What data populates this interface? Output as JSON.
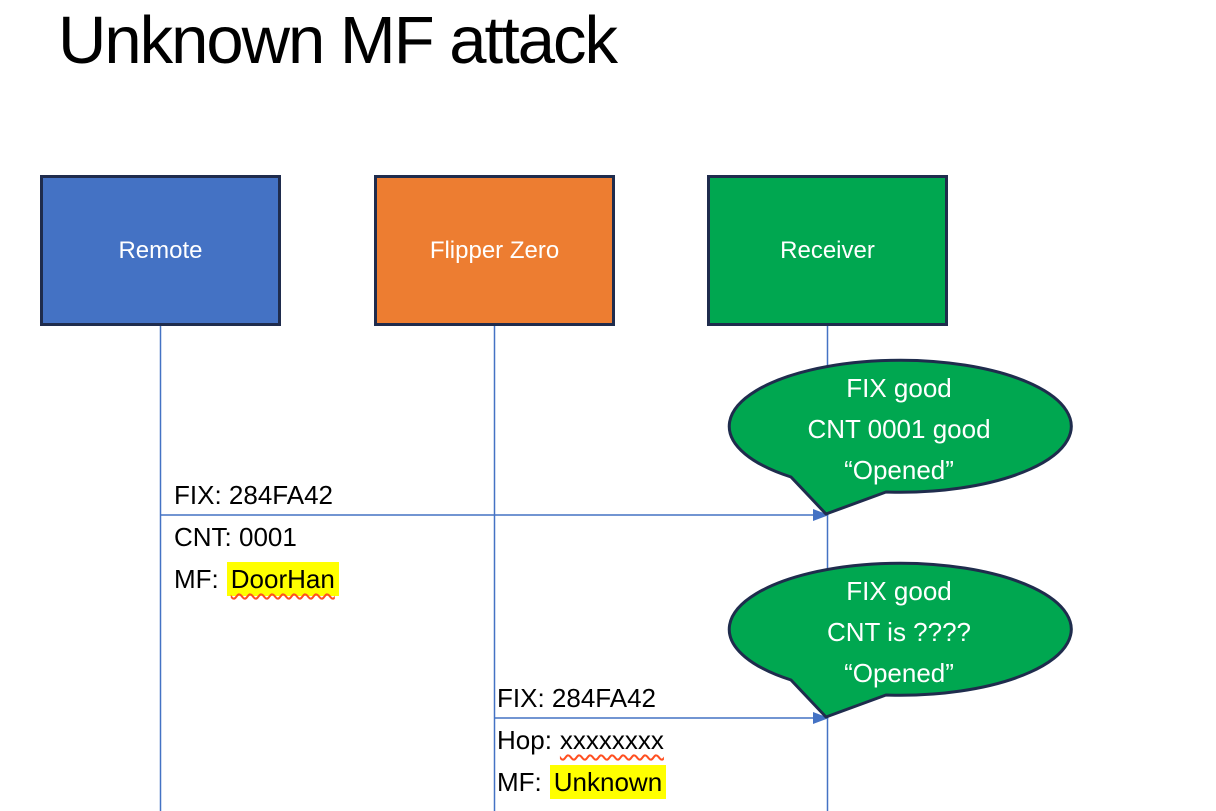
{
  "title": "Unknown MF attack",
  "actors": [
    {
      "id": "remote",
      "label": "Remote"
    },
    {
      "id": "flipper",
      "label": "Flipper Zero"
    },
    {
      "id": "receiver",
      "label": "Receiver"
    }
  ],
  "messages": [
    {
      "from": "Remote",
      "to": "Receiver",
      "lines": [
        {
          "text": "FIX: 284FA42"
        },
        {
          "text": "CNT: 0001"
        },
        {
          "label": "MF:",
          "value": "DoorHan"
        }
      ]
    },
    {
      "from": "Flipper Zero",
      "to": "Receiver",
      "lines": [
        {
          "text": "FIX: 284FA42"
        },
        {
          "label": "Hop:",
          "value": "xxxxxxxx"
        },
        {
          "label": "MF:",
          "value": "Unknown"
        }
      ]
    }
  ],
  "callouts": [
    {
      "lines": [
        "FIX good",
        "CNT 0001 good",
        "“Opened”"
      ]
    },
    {
      "lines": [
        "FIX good",
        "CNT is ????",
        "“Opened”"
      ]
    }
  ],
  "colors": {
    "remote_fill": "#4472C4",
    "flipper_fill": "#ED7D31",
    "receiver_fill": "#00A750",
    "callout_fill": "#00A750",
    "outline": "#1F2C4D",
    "line_blue": "#4472C4",
    "highlight": "#FFFF00",
    "squiggle": "#FF4F21",
    "text_dark": "#000000",
    "text_light": "#FFFFFF"
  }
}
